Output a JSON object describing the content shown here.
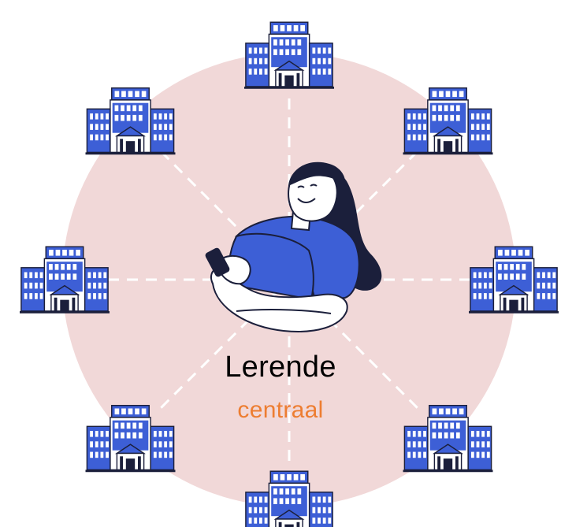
{
  "diagram": {
    "main_label": "Lerende",
    "sub_label": "centraal",
    "building_count": 8
  },
  "colors": {
    "circle": "#f1d8d8",
    "spoke": "#ffffff",
    "building_blue": "#3d5fd6",
    "building_dark": "#1b1f3b",
    "window_light": "#ffffff",
    "shirt": "#3d5fd6",
    "hair": "#1b1f3b",
    "skin": "#ffffff",
    "main_text": "#000000",
    "sub_text": "#ed7d31"
  },
  "icons": {
    "building": "school-building-icon",
    "person": "learner-person-icon"
  }
}
